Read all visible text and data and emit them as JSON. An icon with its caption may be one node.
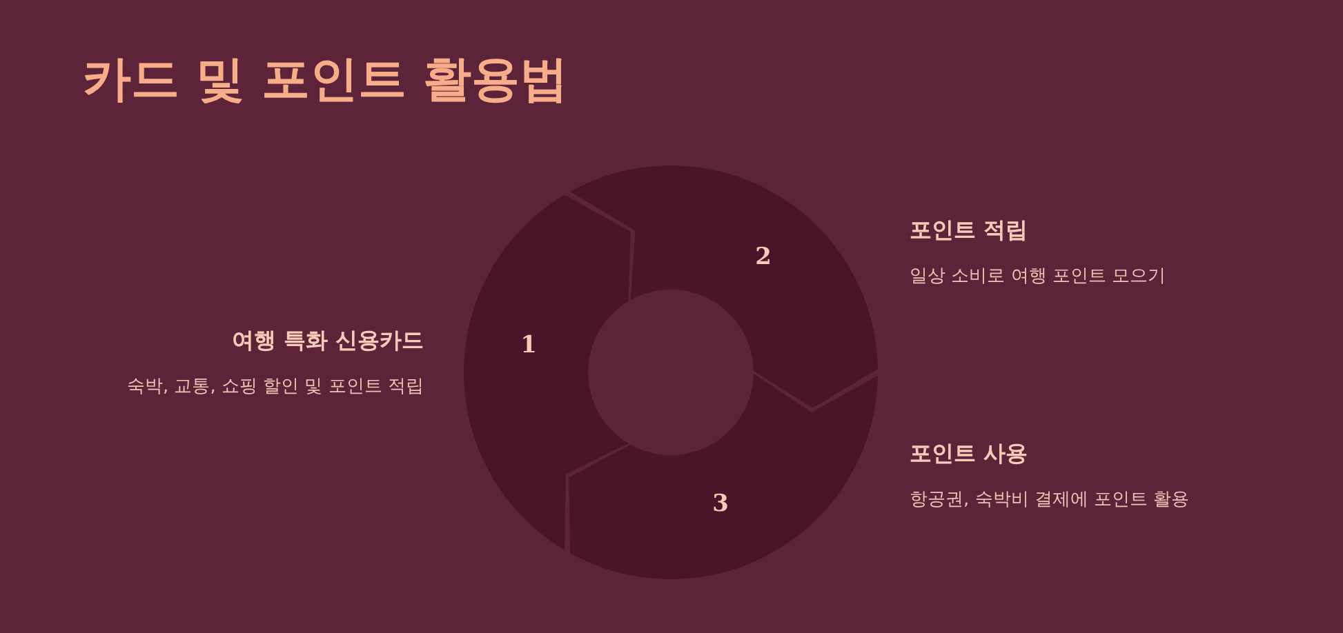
{
  "diagram": {
    "title": "카드 및 포인트 활용법",
    "nodes": [
      {
        "text": [
          "1"
        ],
        "beside": [
          "여행 특화 신용카드",
          "숙박, 교통, 쇼핑 할인 및 포인트 적립"
        ]
      },
      {
        "text": [
          "2"
        ],
        "beside": [
          "포인트 적립",
          "일상 소비로 여행 포인트 모으기"
        ]
      },
      {
        "text": [
          "3"
        ],
        "beside": [
          "포인트 사용",
          "항공권, 숙박비 결제에 포인트 활용"
        ]
      }
    ]
  }
}
